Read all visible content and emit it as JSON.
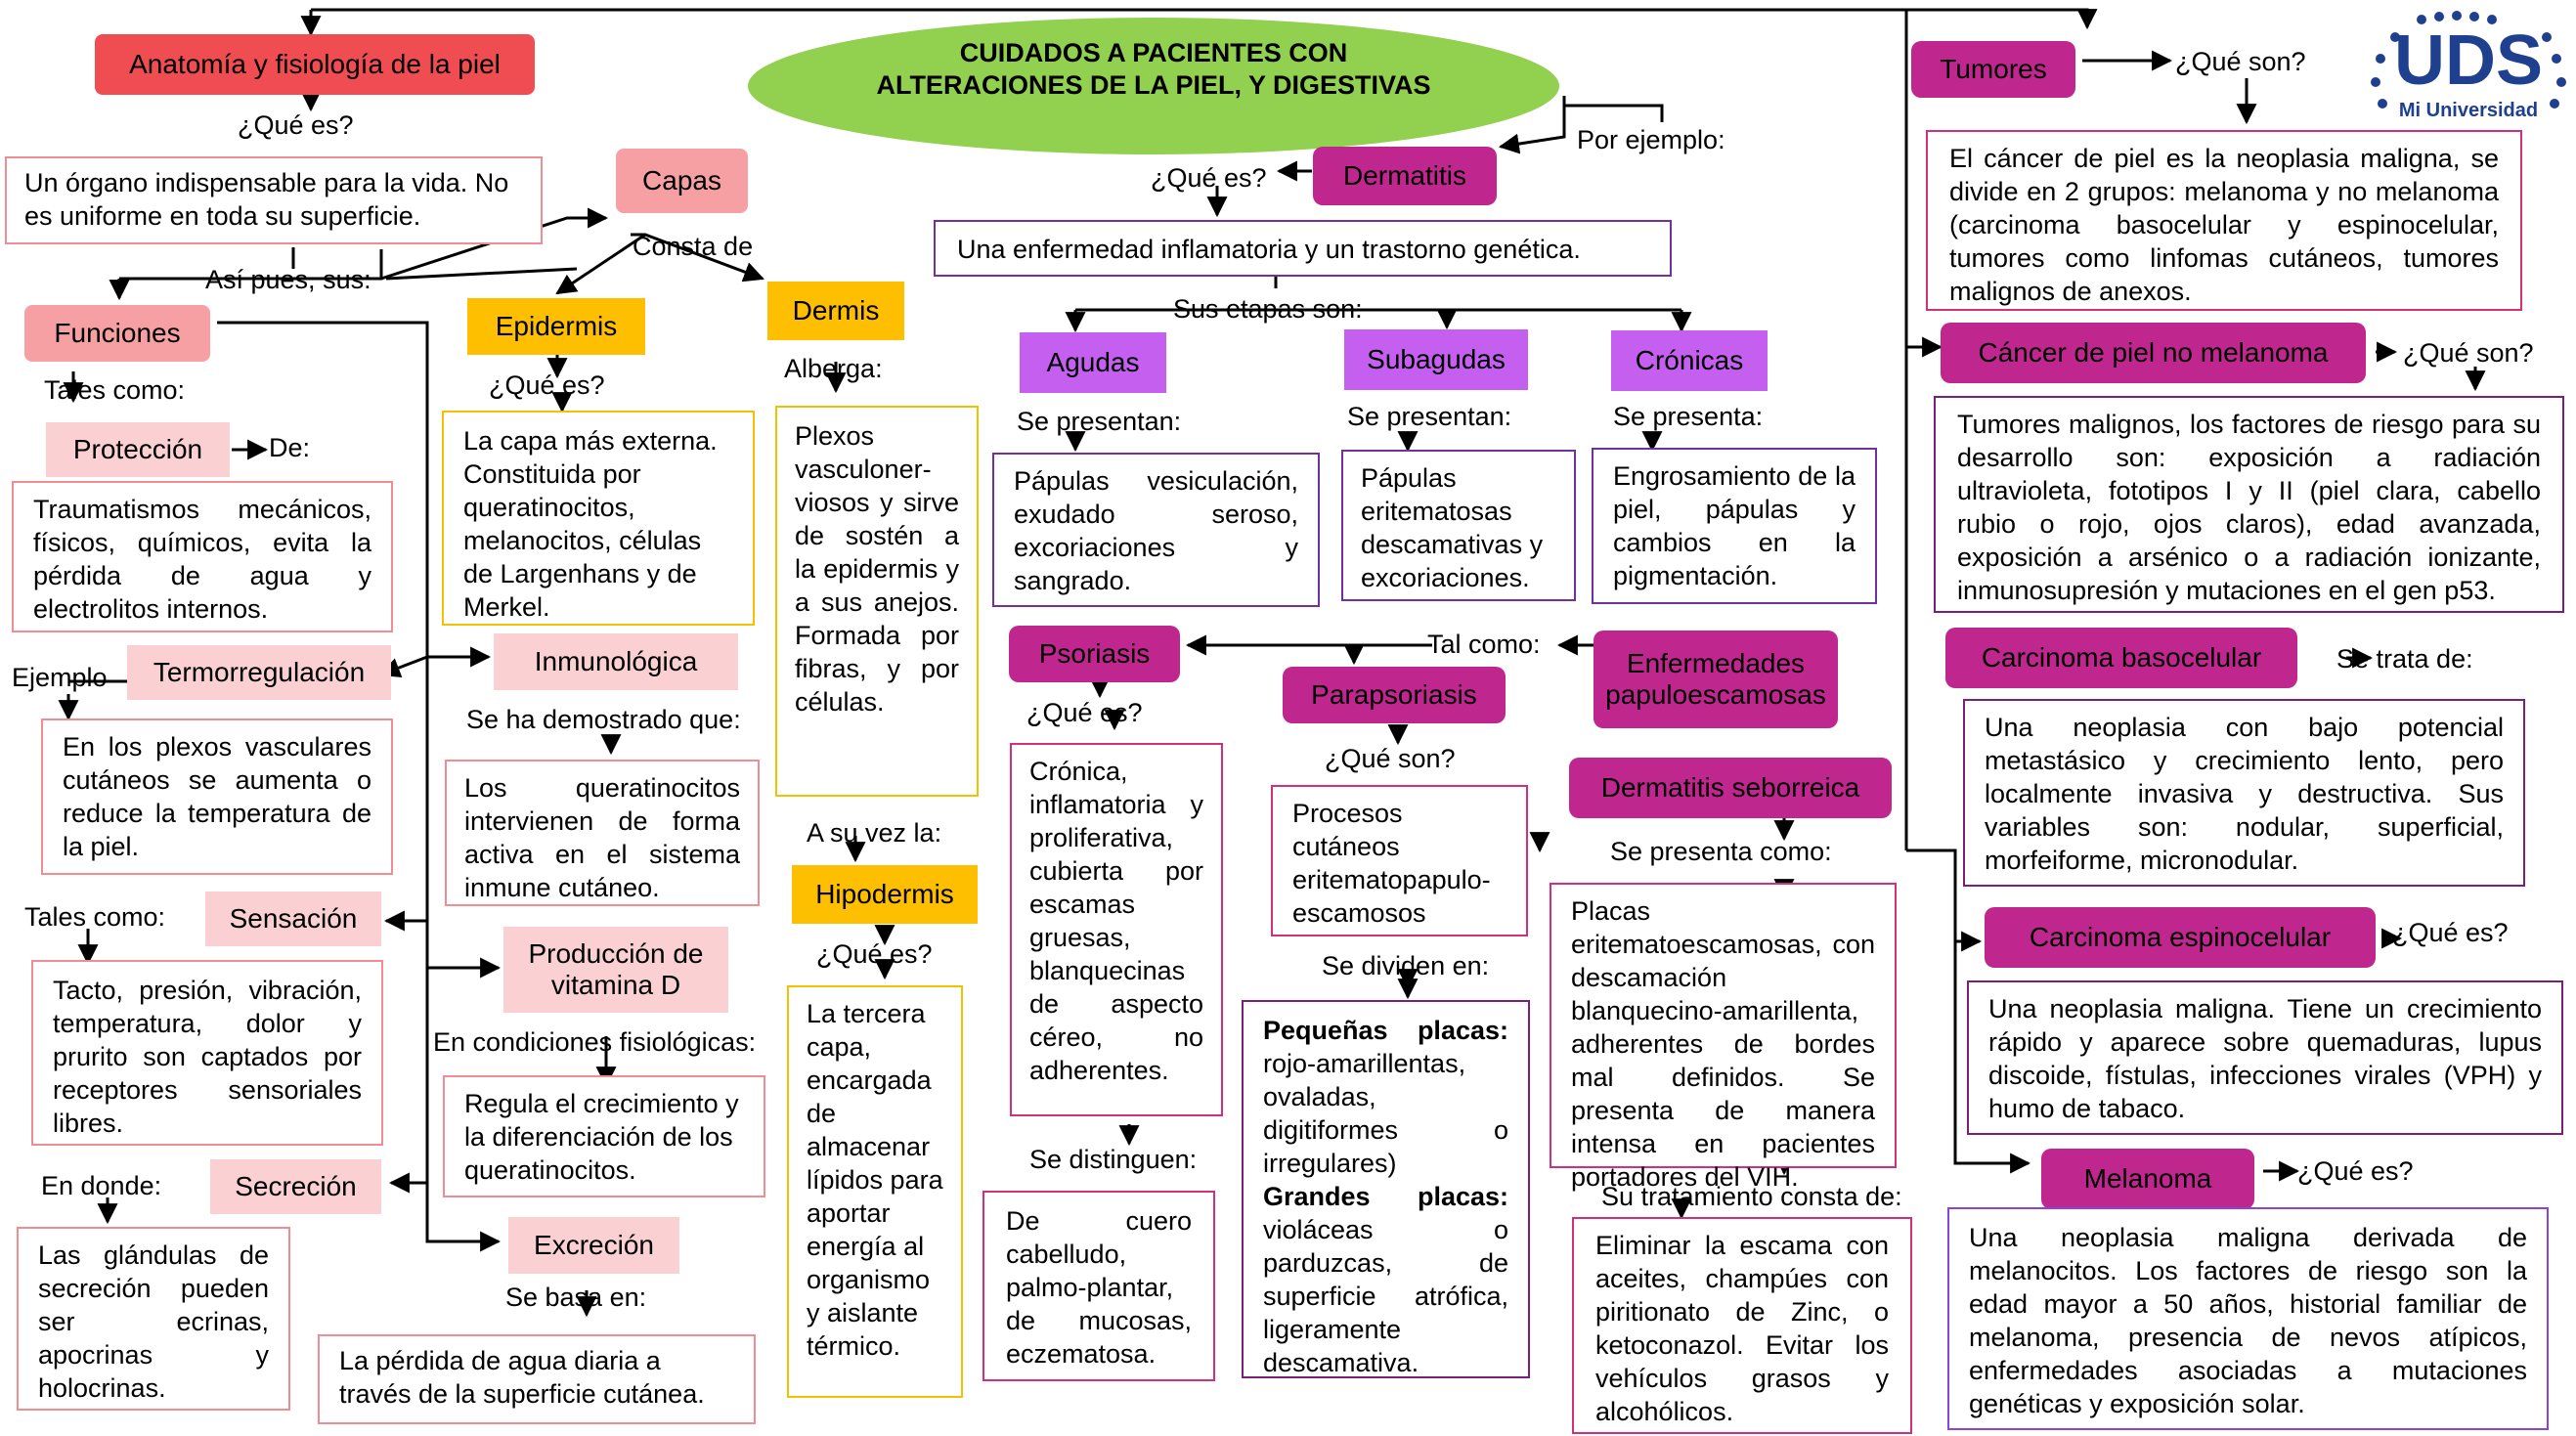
{
  "colors": {
    "red": "#ef4d52",
    "pink": "#f7a0a4",
    "light_pink": "#fad0d2",
    "yellow": "#fdbf00",
    "magenta": "#c0278e",
    "violet": "#c45ff0",
    "title_ellipse": "#92d050",
    "logo_blue": "#1f3f8f"
  },
  "title": {
    "line1": "CUIDADOS A PACIENTES CON",
    "line2": "ALTERACIONES DE LA PIEL, Y DIGESTIVAS"
  },
  "logo": {
    "text": "UDS",
    "subtitle": "Mi Universidad",
    "icon": "uds-logo-dots"
  },
  "left": {
    "anatomia": "Anatomía y fisiología de la piel",
    "que_es": "¿Qué es?",
    "organo": "Un órgano indispensable para la vida. No es uniforme en toda su superficie.",
    "asi_pues": "Así pues, sus:",
    "funciones": "Funciones",
    "tales_como": "Tales como:",
    "proteccion": "Protección",
    "de": "De:",
    "proteccion_text": "Traumatismos mecánicos, físicos, químicos, evita la pérdida de agua y electrolitos internos.",
    "ejemplo": "Ejemplo",
    "termorregulacion": "Termorregulación",
    "termo_text": "En los plexos vasculares cutáneos se aumenta o reduce la temperatura de la piel.",
    "tales_como2": "Tales como:",
    "sensacion": "Sensación",
    "sensacion_text": "Tacto, presión, vibración, temperatura, dolor y prurito son captados por receptores sensoriales libres.",
    "en_donde": "En donde:",
    "secrecion": "Secreción",
    "secrecion_text": "Las glándulas de secreción pueden ser ecrinas, apocrinas y holocrinas."
  },
  "middle": {
    "capas": "Capas",
    "consta_de": "Consta de",
    "epidermis": "Epidermis",
    "que_es": "¿Qué es?",
    "epidermis_text": "La capa más externa. Constituida por queratinocitos, melanocitos, células de Largenhans y de Merkel.",
    "dermis": "Dermis",
    "alberga": "Alberga:",
    "dermis_text": "Plexos vasculoner-viosos y sirve de sostén a la epidermis y a sus anejos. Formada por fibras, y por células.",
    "a_su_vez": "A su vez la:",
    "hipodermis": "Hipodermis",
    "que_es2": "¿Qué es?",
    "hipodermis_text": "La tercera capa, encargada de almacenar lípidos para aportar energía al organismo y aislante térmico.",
    "inmunologica": "Inmunológica",
    "se_ha_demostrado": "Se ha demostrado que:",
    "inmunologica_text": "Los queratinocitos intervienen de forma activa en el sistema inmune cutáneo.",
    "produccion": "Producción de vitamina D",
    "condiciones": "En condiciones fisiológicas:",
    "produccion_text": "Regula el crecimiento y la diferenciación de los queratinocitos.",
    "excrecion": "Excreción",
    "se_basa": "Se basa en:",
    "excrecion_text": "La pérdida de agua diaria a través de la superficie cutánea."
  },
  "center": {
    "por_ejemplo": "Por ejemplo:",
    "que_es": "¿Qué es?",
    "dermatitis": "Dermatitis",
    "dermatitis_text": "Una enfermedad inflamatoria y un trastorno genética.",
    "sus_etapas": "Sus etapas son:",
    "agudas": "Agudas",
    "se_presentan": "Se presentan:",
    "agudas_text": "Pápulas vesiculación, exudado seroso, excoriaciones y sangrado.",
    "subagudas": "Subagudas",
    "se_presentan2": "Se presentan:",
    "subagudas_text": "Pápulas eritematosas descamativas y excoriaciones.",
    "cronicas": "Crónicas",
    "se_presenta": "Se presenta:",
    "cronicas_text": "Engrosamiento de la piel, pápulas y cambios en la pigmentación.",
    "tal_como": "Tal como:",
    "enfermedades": "Enfermedades papuloescamosas",
    "psoriasis": "Psoriasis",
    "que_es2": "¿Qué es?",
    "psoriasis_text": "Crónica, inflamatoria y proliferativa, cubierta por escamas gruesas, blanquecinas de aspecto céreo, no adherentes.",
    "se_distinguen": "Se distinguen:",
    "distinguen_text": "De cuero cabelludo, palmo-plantar, de mucosas, eczematosa.",
    "parapsoriasis": "Parapsoriasis",
    "que_son": "¿Qué son?",
    "parapsoriasis_text": "Procesos cutáneos eritematopapulo-escamosos",
    "se_dividen": "Se dividen en:",
    "pequenas_label": "Pequeñas placas:",
    "pequenas_text": "rojo-amarillentas, ovaladas, digitiformes o irregulares)",
    "grandes_label": "Grandes placas:",
    "grandes_text": "violáceas o parduzcas, de superficie atrófica, ligeramente descamativa.",
    "seborreica": "Dermatitis seborreica",
    "se_presenta_como": "Se presenta como:",
    "seborreica_text": "Placas eritematoescamosas, con descamación blanquecino-amarillenta, adherentes de bordes mal definidos. Se presenta de manera intensa en pacientes portadores del VIH.",
    "tratamiento": "Su tratamiento consta de:",
    "tratamiento_text": "Eliminar la escama con aceites, champúes con piritionato de Zinc, o ketoconazol. Evitar los vehículos grasos y alcohólicos."
  },
  "right": {
    "tumores": "Tumores",
    "que_son": "¿Qué son?",
    "tumores_text": "El cáncer de piel es la neoplasia maligna, se divide en 2 grupos: melanoma y no melanoma (carcinoma basocelular y espinocelular, tumores como linfomas cutáneos, tumores malignos de anexos.",
    "no_melanoma": "Cáncer de piel no melanoma",
    "que_son2": "¿Qué son?",
    "no_melanoma_text": "Tumores malignos, los factores de riesgo para su desarrollo son: exposición a radiación ultravioleta, fototipos I y II (piel clara, cabello rubio o rojo, ojos claros), edad avanzada, exposición a arsénico o a radiación ionizante, inmunosupresión y mutaciones en el gen p53.",
    "basocelular": "Carcinoma basocelular",
    "se_trata": "Se trata de:",
    "basocelular_text": "Una neoplasia con bajo potencial metastásico y crecimiento lento, pero localmente invasiva y destructiva. Sus variables son: nodular, superficial, morfeiforme, micronodular.",
    "espinocelular": "Carcinoma espinocelular",
    "que_es": "¿Qué es?",
    "espinocelular_text": "Una neoplasia maligna. Tiene un crecimiento rápido y aparece sobre quemaduras, lupus discoide, fístulas, infecciones virales (VPH) y humo de tabaco.",
    "melanoma": "Melanoma",
    "que_es2": "¿Qué es?",
    "melanoma_text": "Una neoplasia maligna derivada de melanocitos. Los factores de riesgo son la edad mayor a 50 años, historial familiar de melanoma, presencia de nevos atípicos, enfermedades asociadas a mutaciones genéticas y exposición solar."
  }
}
